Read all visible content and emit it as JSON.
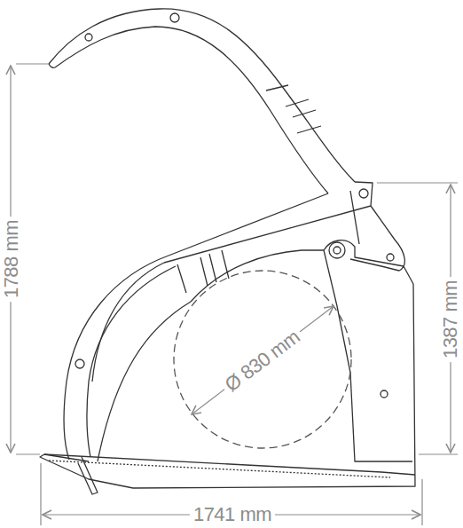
{
  "diagram": {
    "labels": [
      "1788 mm",
      "1387 mm",
      "1741 mm",
      "Ø 830 mm"
    ]
  }
}
